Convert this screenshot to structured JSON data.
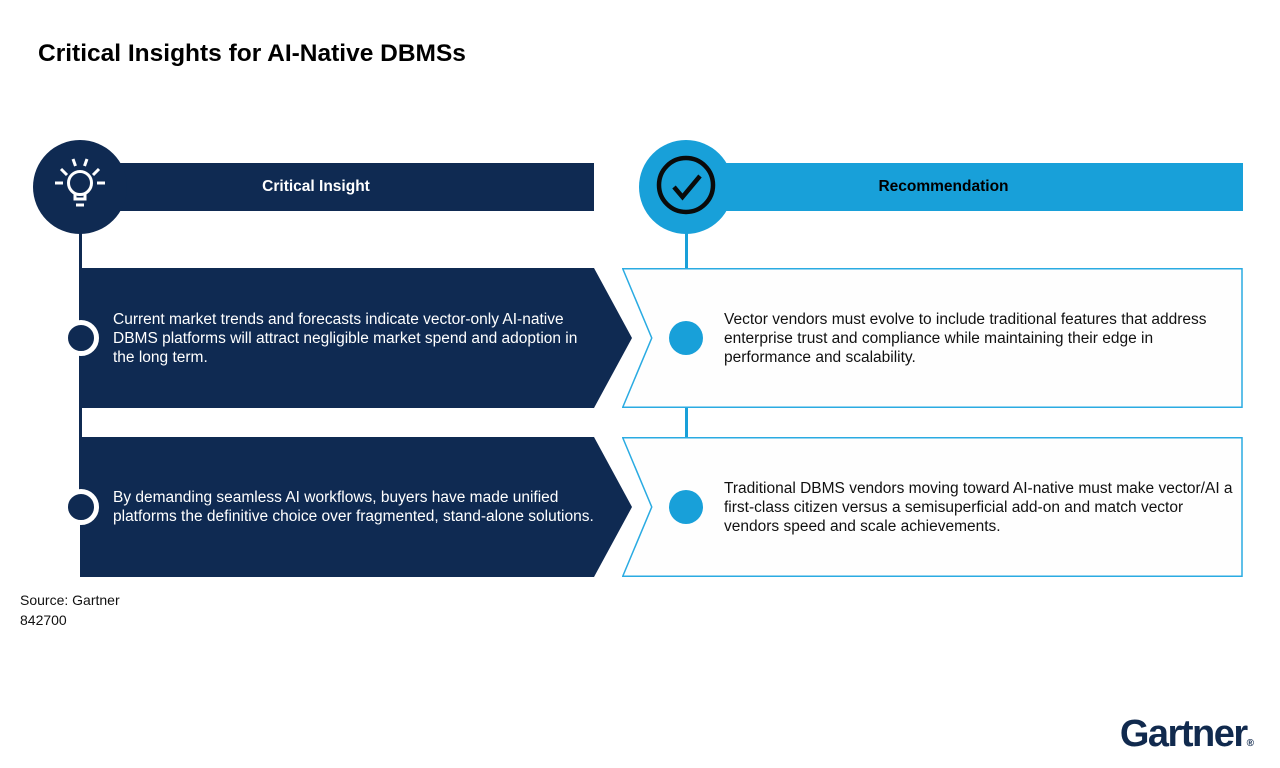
{
  "title": "Critical Insights for AI-Native DBMSs",
  "columns": {
    "insight": {
      "label": "Critical Insight",
      "icon": "lightbulb-icon"
    },
    "recommendation": {
      "label": "Recommendation",
      "icon": "check-circle-icon"
    }
  },
  "rows": [
    {
      "insight": "Current market trends and forecasts indicate vector-only AI-native DBMS platforms will attract negligible market spend and adoption in the long term.",
      "recommendation": "Vector vendors must evolve to include traditional features that address enterprise trust and compliance while maintaining their edge in performance and scalability."
    },
    {
      "insight": "By demanding seamless AI workflows, buyers have made unified platforms the definitive choice over fragmented, stand-alone solutions.",
      "recommendation": "Traditional DBMS vendors moving toward AI-native must make vector/AI a first-class citizen versus a semisuperficial add-on and match vector vendors speed and scale achievements."
    }
  ],
  "footer": {
    "source_line1": "Source: Gartner",
    "source_line2": "842700",
    "logo": "Gartner",
    "logo_reg": "®"
  },
  "colors": {
    "navy": "#0f2a52",
    "blue": "#18a0d9",
    "box_border": "#2aabe2",
    "text_dark": "#111111"
  }
}
